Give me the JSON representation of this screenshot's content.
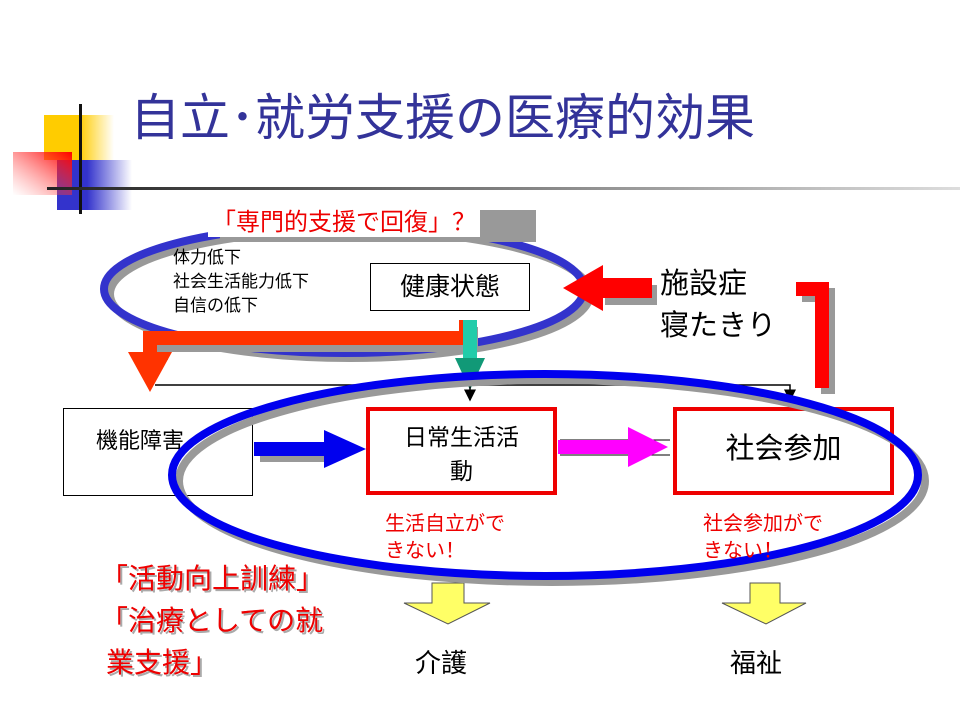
{
  "title": "自立･就労支援の医療的効果",
  "top_label": "「専門的支援で回復」？",
  "decline_items": [
    "体力低下",
    "社会生活能力低下",
    "自信の低下"
  ],
  "health_box": "健康状態",
  "institution": {
    "line1": "施設症",
    "line2": "寝たきり"
  },
  "impairment_box": "機能障害",
  "adl_box": {
    "line1": "日常生活活",
    "line2": "動"
  },
  "participation_box": "社会参加",
  "adl_warning": {
    "line1": "生活自立がで",
    "line2": "きない！"
  },
  "participation_warning": {
    "line1": "社会参加がで",
    "line2": "きない！"
  },
  "outcome_care": "介護",
  "outcome_welfare": "福祉",
  "training_note": {
    "line1": "「活動向上訓練」",
    "line2": "「治療としての就",
    "line3": "業支援」"
  },
  "colors": {
    "title": "#333399",
    "red": "#ee0000",
    "ellipse": "#2222cc"
  }
}
